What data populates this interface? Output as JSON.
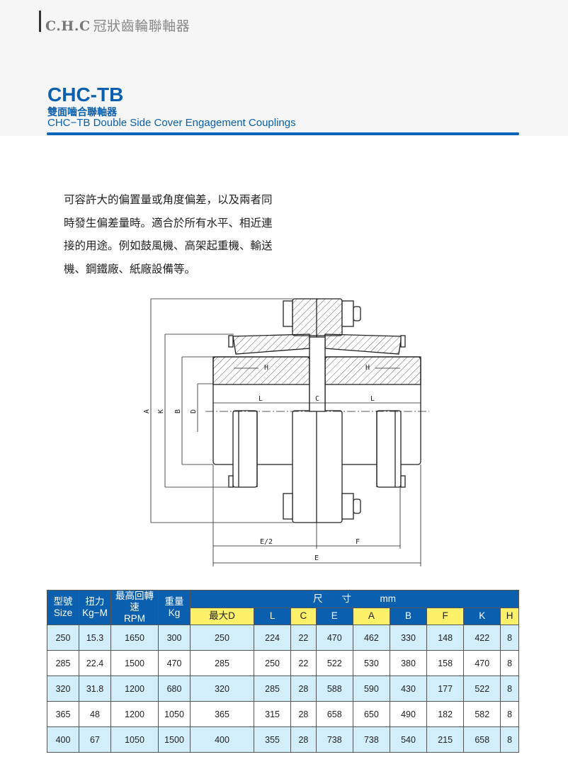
{
  "header": {
    "brand_logo": "C.H.C",
    "brand_cn": "冠狀齒輪聯軸器"
  },
  "product": {
    "model": "CHC-TB",
    "name_cn": "雙面嚙合聯軸器",
    "name_en": "CHC−TB  Double Side Cover Engagement Couplings"
  },
  "description": [
    "可容許大的偏置量或角度偏差，以及兩者同",
    "時發生偏差量時。適合於所有水平、相近連",
    "接的用途。例如鼓風機、高架起重機、輸送",
    "機、鋼鐵廠、紙廠設備等。"
  ],
  "drawing_labels": {
    "A": "A",
    "K": "K",
    "B": "B",
    "D": "D",
    "L": "L",
    "C": "C",
    "H": "H",
    "E2": "E/2",
    "F": "F",
    "E": "E"
  },
  "table": {
    "headers": [
      {
        "cn": "型號",
        "en": "Size"
      },
      {
        "cn": "扭力",
        "en": "Kg−M"
      },
      {
        "cn": "最高回轉速",
        "en": "RPM"
      },
      {
        "cn": "重量",
        "en": "Kg"
      }
    ],
    "dim_header": "尺　　寸　　　mm",
    "dim_cols": [
      "最大D",
      "L",
      "C",
      "E",
      "A",
      "B",
      "F",
      "K",
      "H"
    ],
    "rows": [
      [
        "250",
        "15.3",
        "1650",
        "300",
        "250",
        "224",
        "22",
        "470",
        "462",
        "330",
        "148",
        "422",
        "8"
      ],
      [
        "285",
        "22.4",
        "1500",
        "470",
        "285",
        "250",
        "22",
        "522",
        "530",
        "380",
        "158",
        "470",
        "8"
      ],
      [
        "320",
        "31.8",
        "1200",
        "680",
        "320",
        "285",
        "28",
        "588",
        "590",
        "430",
        "177",
        "522",
        "8"
      ],
      [
        "365",
        "48",
        "1200",
        "1050",
        "365",
        "315",
        "28",
        "658",
        "650",
        "490",
        "182",
        "582",
        "8"
      ],
      [
        "400",
        "67",
        "1050",
        "1500",
        "400",
        "355",
        "28",
        "738",
        "738",
        "540",
        "215",
        "658",
        "8"
      ]
    ]
  },
  "colors": {
    "brand_blue": "#0a5fae",
    "header_yellow": "#fdf16a",
    "row_blue": "#d3eefb"
  }
}
